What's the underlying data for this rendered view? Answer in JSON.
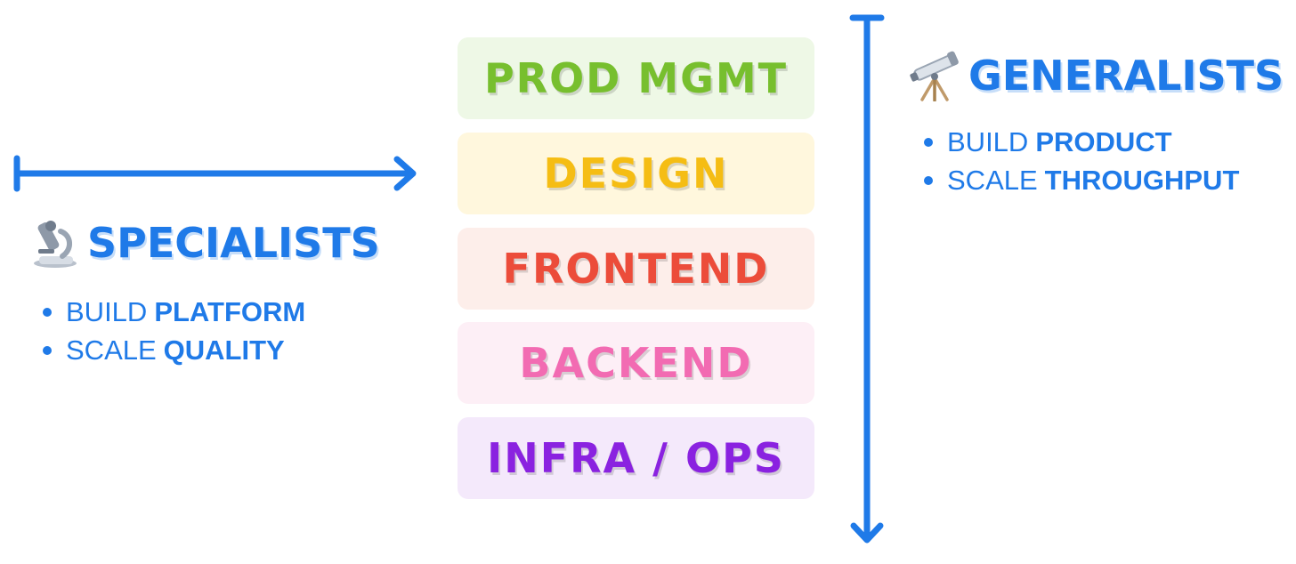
{
  "colors": {
    "accent": "#1f7ae8"
  },
  "layers": [
    {
      "label": "PROD MGMT",
      "text_color": "#77bf2e",
      "bg_color": "#eef8e6"
    },
    {
      "label": "DESIGN",
      "text_color": "#f5bd14",
      "bg_color": "#fff7dd"
    },
    {
      "label": "FRONTEND",
      "text_color": "#ec4c3a",
      "bg_color": "#fdeeea"
    },
    {
      "label": "BACKEND",
      "text_color": "#f26bb2",
      "bg_color": "#fdeff6"
    },
    {
      "label": "INFRA / OPS",
      "text_color": "#8a22e0",
      "bg_color": "#f4e9fb"
    }
  ],
  "specialists": {
    "icon": "microscope-icon",
    "title": "SPECIALISTS",
    "bullets": [
      {
        "verb": "BUILD",
        "object": "PLATFORM"
      },
      {
        "verb": "SCALE",
        "object": "QUALITY"
      }
    ]
  },
  "generalists": {
    "icon": "telescope-icon",
    "title": "GENERALISTS",
    "bullets": [
      {
        "verb": "BUILD",
        "object": "PRODUCT"
      },
      {
        "verb": "SCALE",
        "object": "THROUGHPUT"
      }
    ]
  }
}
